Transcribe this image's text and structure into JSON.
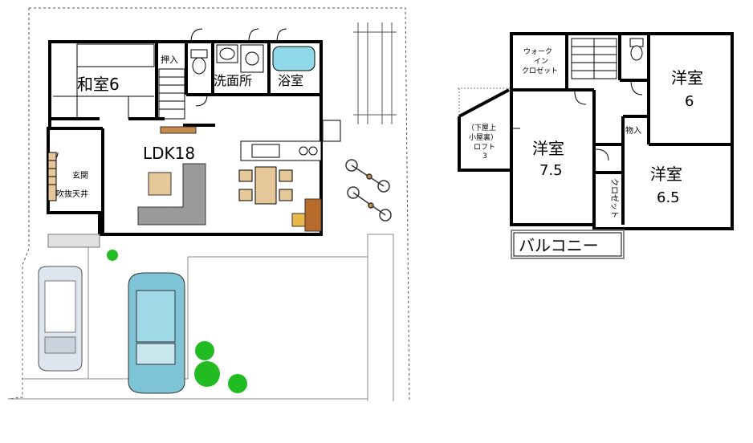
{
  "floor1": {
    "rooms": {
      "washitsu": "和室6",
      "oshiire": "押入",
      "senmenjo": "洗面所",
      "yokushitsu": "浴室",
      "ldk": "LDK18",
      "genkan": "玄関",
      "fukinuke": "吹抜天井"
    }
  },
  "floor2": {
    "rooms": {
      "walkin": [
        "ウォーク",
        "イン",
        "クロゼット"
      ],
      "loft": [
        "（下屋上",
        "小屋裏）",
        "ロフト",
        "3"
      ],
      "youshitsu_a_name": "洋室",
      "youshitsu_a_size": "7.5",
      "youshitsu_b_name": "洋室",
      "youshitsu_b_size": "6",
      "youshitsu_c_name": "洋室",
      "youshitsu_c_size": "6.5",
      "monoire": "物入",
      "closet": "クロゼット",
      "balcony": "バルコニー"
    }
  },
  "colors": {
    "car_blue": "#7fc4d6",
    "car_silver": "#dde6ef",
    "tree_green": "#22bb22",
    "floor_wood": "#e6c79a",
    "sofa_grey": "#9a9a9a",
    "bath_blue": "#8fd8e8"
  }
}
